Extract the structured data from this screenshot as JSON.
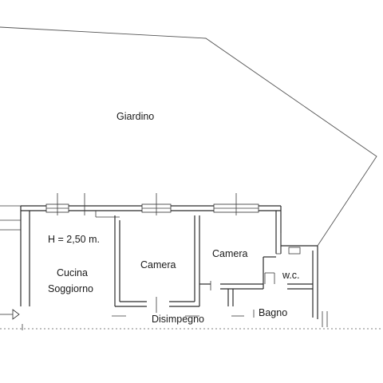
{
  "rooms": {
    "garden": "Giardino",
    "height_note": "H = 2,50 m.",
    "kitchen_line1": "Cucina",
    "kitchen_line2": "Soggiorno",
    "bedroom_1": "Camera",
    "bedroom_2": "Camera",
    "wc": "w.c.",
    "bathroom": "Bagno",
    "hallway": "Disimpegno"
  }
}
